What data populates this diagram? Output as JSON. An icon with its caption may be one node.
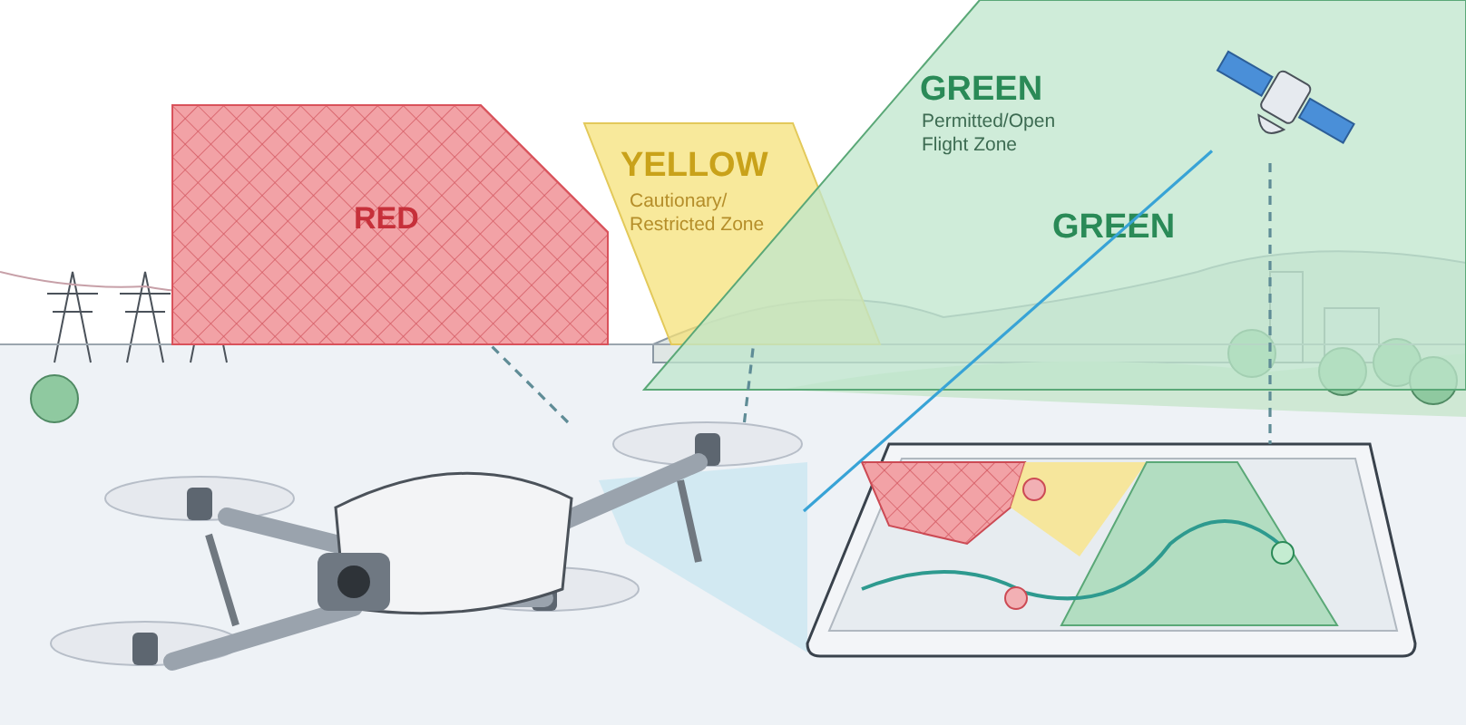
{
  "diagram": {
    "nodes": [
      {
        "text": [
          "RED"
        ]
      },
      {
        "text": [
          "YELLOW",
          "Cautionary/ Restricted Zone"
        ]
      },
      {
        "text": [
          "GREEN",
          "Permitted/Open Flight Zone",
          "GREEN"
        ]
      },
      {
        "text": [],
        "shape": "picture"
      },
      {
        "text": [],
        "shape": "picture",
        "in": 2
      },
      {
        "text": [],
        "shape": "picture"
      }
    ],
    "edges": [
      {
        "from": 3,
        "to": 4,
        "arrow": "none",
        "color": "#38a3d6"
      },
      {
        "from": 3,
        "to": 0,
        "arrow": "none",
        "style": "dashed"
      },
      {
        "from": 3,
        "to": 1,
        "arrow": "none",
        "style": "dashed"
      },
      {
        "from": 4,
        "to": 5,
        "arrow": "none",
        "style": "dashed"
      }
    ]
  }
}
